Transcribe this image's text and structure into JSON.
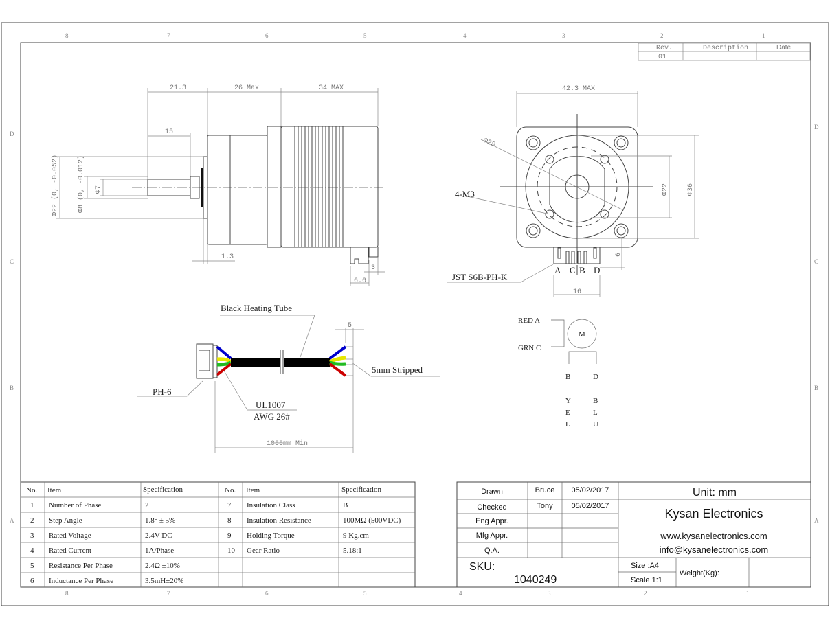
{
  "zones": {
    "cols": [
      "8",
      "7",
      "6",
      "5",
      "4",
      "3",
      "2",
      "1"
    ],
    "rows": [
      "D",
      "C",
      "B",
      "A"
    ]
  },
  "revision": {
    "headers": [
      "Rev.",
      "Description",
      "Date"
    ],
    "rev": "01"
  },
  "side_view": {
    "dim_21_3": "21.3",
    "dim_26": "26 Max",
    "dim_34": "34 MAX",
    "dim_15": "15",
    "dim_phi22": "Φ22 (0, -0.052)",
    "dim_phi8": "Φ8 (0, -0.012)",
    "dim_phi7": "Φ7",
    "dim_1_3": "1.3",
    "dim_3": "3",
    "dim_6_6": "6.6"
  },
  "front_view": {
    "dim_42_3": "42.3 MAX",
    "dim_phi28": "Φ28",
    "dim_phi22": "Φ22",
    "dim_phi36": "Φ36",
    "dim_6": "6",
    "dim_16": "16",
    "holes_label": "4-M3",
    "connector_label": "JST S6B-PH-K",
    "pins": [
      "A",
      "C",
      "B",
      "D"
    ]
  },
  "cable": {
    "tube_label": "Black Heating Tube",
    "strip_dim": "5",
    "strip_label": "5mm Stripped",
    "connector_label": "PH-6",
    "wire_spec_1": "UL1007",
    "wire_spec_2": "AWG 26#",
    "length": "1000mm Min",
    "wire_colors": {
      "blue": "#0000cc",
      "yellow": "#e6e600",
      "green": "#22bb22",
      "red": "#cc0000"
    }
  },
  "wiring": {
    "red": "RED A",
    "grn": "GRN C",
    "motor": "M",
    "b": "B",
    "d": "D",
    "yel": [
      "Y",
      "E",
      "L"
    ],
    "blu": [
      "B",
      "L",
      "U"
    ]
  },
  "spec_table": {
    "headers": [
      "No.",
      "Item",
      "Specification",
      "No.",
      "Item",
      "Specification"
    ],
    "left": [
      [
        "1",
        "Number of Phase",
        "2"
      ],
      [
        "2",
        "Step Angle",
        "1.8° ± 5%"
      ],
      [
        "3",
        "Rated Voltage",
        "2.4V DC"
      ],
      [
        "4",
        "Rated Current",
        "1A/Phase"
      ],
      [
        "5",
        "Resistance Per Phase",
        "2.4Ω ±10%"
      ],
      [
        "6",
        "Inductance Per Phase",
        "3.5mH±20%"
      ]
    ],
    "right": [
      [
        "7",
        "Insulation Class",
        "B"
      ],
      [
        "8",
        "Insulation Resistance",
        "100MΩ (500VDC)"
      ],
      [
        "9",
        "Holding Torque",
        "9 Kg.cm"
      ],
      [
        "10",
        "Gear Ratio",
        "5.18:1"
      ]
    ]
  },
  "title_block": {
    "rows": [
      [
        "Drawn",
        "Bruce",
        "05/02/2017"
      ],
      [
        "Checked",
        "Tony",
        "05/02/2017"
      ],
      [
        "Eng Appr.",
        "",
        ""
      ],
      [
        "Mfg Appr.",
        "",
        ""
      ],
      [
        "Q.A.",
        "",
        ""
      ]
    ],
    "unit": "Unit: mm",
    "company": "Kysan Electronics",
    "website": "www.kysanelectronics.com",
    "email": "info@kysanelectronics.com",
    "sku_label": "SKU:",
    "sku": "1040249",
    "size": "Size :A4",
    "scale": "Scale 1:1",
    "weight_label": "Weight(Kg):"
  }
}
